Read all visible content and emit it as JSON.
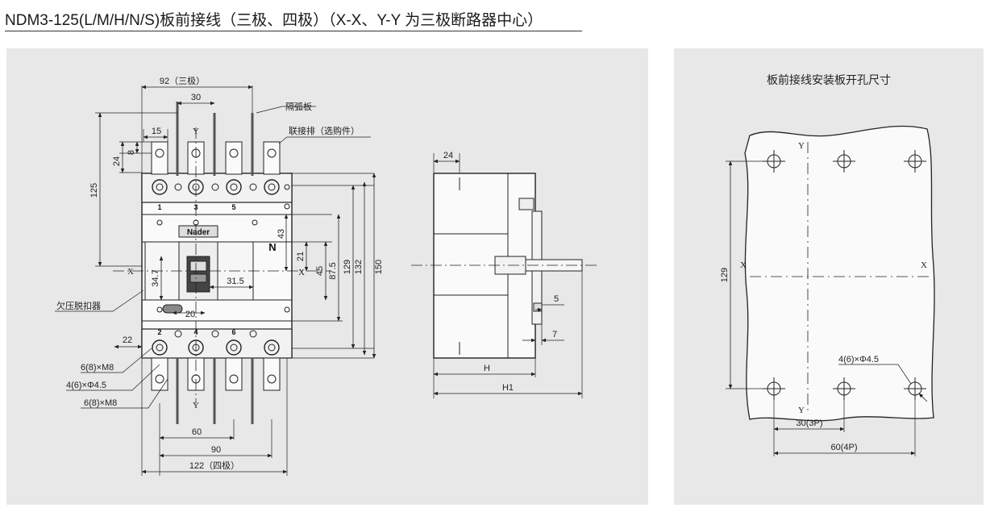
{
  "title": "NDM3-125(L/M/H/N/S)板前接线（三极、四极）（X-X、Y-Y 为三极断路器中心）",
  "front_view": {
    "dim_width_3p": "92（三极）",
    "dim_pitch": "30",
    "dim_terminal_width": "15",
    "dim_8": "8",
    "dim_24": "24",
    "dim_125": "125",
    "dim_43": "43",
    "dim_21": "21",
    "dim_45": "45",
    "dim_87_5": "87.5",
    "dim_129": "129",
    "dim_132": "132",
    "dim_150": "150",
    "dim_34_7": "34.7",
    "dim_31_5": "31.5",
    "dim_20": "20",
    "dim_22": "22",
    "dim_60": "60",
    "dim_90": "90",
    "dim_width_4p": "122（四极）",
    "label_arc_barrier": "隔弧板",
    "label_link_bar": "联接排（选购件）",
    "label_undervoltage": "欠压脱扣器",
    "label_screw_top": "6(8)×M8",
    "label_hole": "4(6)×Φ4.5",
    "label_screw_bottom": "6(8)×M8",
    "axis_x": "X",
    "axis_y": "Y",
    "brand": "Nader",
    "neutral": "N",
    "pole_top": [
      "1",
      "3",
      "5"
    ],
    "pole_bottom": [
      "2",
      "4",
      "6"
    ]
  },
  "side_view": {
    "dim_24": "24",
    "dim_5": "5",
    "dim_7": "7",
    "dim_H": "H",
    "dim_H1": "H1"
  },
  "cutout": {
    "title": "板前接线安装板开孔尺寸",
    "dim_129": "129",
    "dim_30": "30(3P)",
    "dim_60": "60(4P)",
    "label_hole": "4(6)×Φ4.5",
    "axis_x": "X",
    "axis_y": "Y"
  }
}
